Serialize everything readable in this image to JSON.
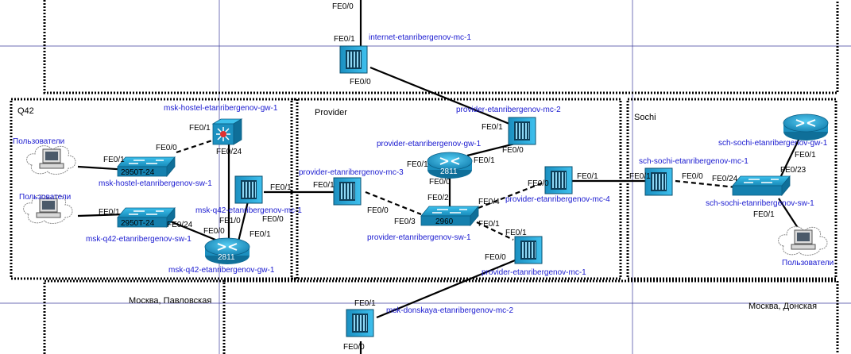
{
  "zones": {
    "q42": "Q42",
    "provider": "Provider",
    "sochi": "Sochi",
    "moscow_pavlovskaya": "Москва, Павловская",
    "moscow_donskaya": "Москва, Донская"
  },
  "devices": {
    "internet_mc": {
      "name": "internet-etanribergenov-mc-1",
      "icon": "media-converter-icon"
    },
    "msk_hostel_gw": {
      "name": "msk-hostel-etanribergenov-gw-1",
      "icon": "multilayer-switch-icon"
    },
    "msk_hostel_sw": {
      "name": "msk-hostel-etanribergenov-sw-1",
      "model": "2950T-24",
      "icon": "switch-icon"
    },
    "msk_q42_mc": {
      "name": "msk-q42-etanribergenov-mc-1",
      "icon": "media-converter-icon"
    },
    "msk_q42_sw": {
      "name": "msk-q42-etanribergenov-sw-1",
      "model": "2950T-24",
      "icon": "switch-icon"
    },
    "msk_q42_gw": {
      "name": "msk-q42-etanribergenov-gw-1",
      "model": "2811",
      "icon": "router-icon"
    },
    "users_1": {
      "name": "Пользователи",
      "icon": "pc-cloud-icon"
    },
    "users_2": {
      "name": "Пользователи",
      "icon": "pc-cloud-icon"
    },
    "users_3": {
      "name": "Пользователи",
      "icon": "pc-cloud-icon"
    },
    "provider_mc2": {
      "name": "provider-etanribergenov-mc-2",
      "icon": "media-converter-icon"
    },
    "provider_gw": {
      "name": "provider-etanribergenov-gw-1",
      "model": "2811",
      "icon": "router-icon"
    },
    "provider_mc3": {
      "name": "provider-etanribergenov-mc-3",
      "icon": "media-converter-icon"
    },
    "provider_sw": {
      "name": "provider-etanribergenov-sw-1",
      "model": "2960",
      "icon": "switch-icon"
    },
    "provider_mc4": {
      "name": "provider-etanribergenov-mc-4",
      "icon": "media-converter-icon"
    },
    "provider_mc1": {
      "name": "provider-etanribergenov-mc-1",
      "icon": "media-converter-icon"
    },
    "msk_donskaya_mc": {
      "name": "msk-donskaya-etanribergenov-mc-2",
      "icon": "media-converter-icon"
    },
    "sch_sochi_mc": {
      "name": "sch-sochi-etanribergenov-mc-1",
      "icon": "media-converter-icon"
    },
    "sch_sochi_gw": {
      "name": "sch-sochi-etanribergenov-gw-1",
      "icon": "router-icon"
    },
    "sch_sochi_sw": {
      "name": "sch-sochi-etanribergenov-sw-1",
      "icon": "switch-icon"
    }
  },
  "ports": {
    "p1": "FE0/0",
    "p2": "FE0/1",
    "p3": "FE0/0",
    "p4": "FE0/1",
    "p5": "FE0/0",
    "p6": "FE0/24",
    "p7": "FE0/1",
    "p8": "FE0/1",
    "p9": "FE0/24",
    "p10": "FE0/1",
    "p11": "FE1/0",
    "p12": "FE0/0",
    "p13": "FE0/1",
    "p14": "FE0/0",
    "p15": "FE0/1",
    "p16": "FE0/1",
    "p17": "FE0/0",
    "p18": "FE0/1",
    "p19": "FE0/1",
    "p20": "FE0/0",
    "p21": "FE0/2",
    "p22": "FE0/0",
    "p23": "FE0/3",
    "p24": "FE0/4",
    "p25": "FE0/0",
    "p26": "FE0/1",
    "p27": "FE0/1",
    "p28": "FE0/1",
    "p29": "FE0/0",
    "p30": "FE0/1",
    "p31": "FE0/0",
    "p32": "FE0/1",
    "p33": "FE0/0",
    "p34": "FE0/24",
    "p35": "FE0/1",
    "p36": "FE0/23",
    "p37": "FE0/1"
  }
}
